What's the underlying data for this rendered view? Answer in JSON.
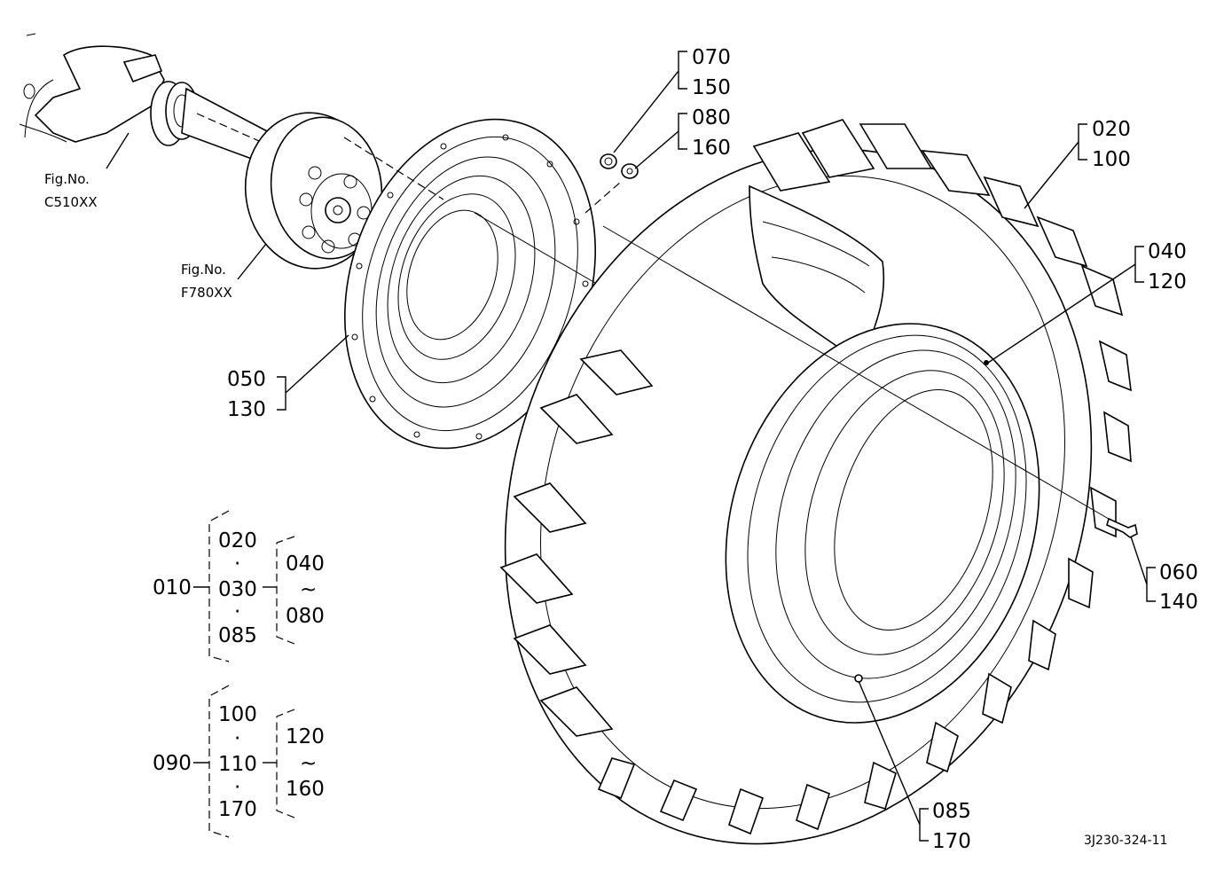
{
  "figure": {
    "drawing_code": "3J230-324-11",
    "references": [
      {
        "line1": "Fig.No.",
        "line2": "C510XX"
      },
      {
        "line1": "Fig.No.",
        "line2": "F780XX"
      }
    ],
    "callouts": [
      {
        "top": "070",
        "bottom": "150"
      },
      {
        "top": "080",
        "bottom": "160"
      },
      {
        "top": "020",
        "bottom": "100"
      },
      {
        "top": "040",
        "bottom": "120"
      },
      {
        "top": "050",
        "bottom": "130"
      },
      {
        "top": "060",
        "bottom": "140"
      },
      {
        "top": "085",
        "bottom": "170"
      }
    ],
    "assemblies": [
      {
        "code": "010",
        "items": [
          "020",
          "030",
          "085"
        ],
        "range_from": "040",
        "range_to": "080"
      },
      {
        "code": "090",
        "items": [
          "100",
          "110",
          "170"
        ],
        "range_from": "120",
        "range_to": "160"
      }
    ],
    "dot_symbol": "·",
    "range_symbol": "~"
  }
}
